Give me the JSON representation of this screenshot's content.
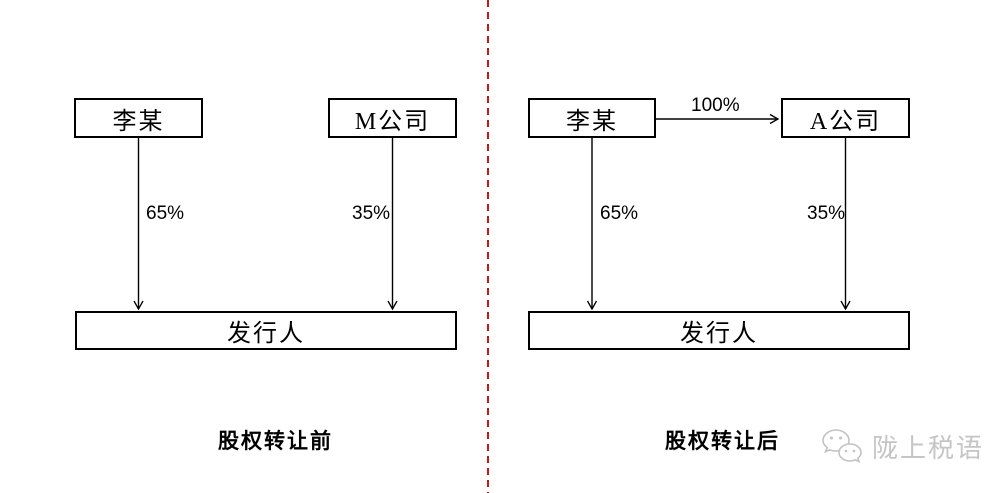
{
  "diagram": {
    "divider_color": "#cc1414",
    "line_color": "#000000",
    "panels": [
      {
        "caption": "股权转让前",
        "owner1": "李某",
        "owner2": "M公司",
        "issuer": "发行人",
        "owner1_share": "65%",
        "owner2_share": "35%"
      },
      {
        "caption": "股权转让后",
        "owner1": "李某",
        "owner2": "A公司",
        "issuer": "发行人",
        "owner1_share": "65%",
        "owner2_share": "35%",
        "transfer_share": "100%"
      }
    ]
  },
  "watermark": {
    "text": "陇上税语",
    "icon": "wechat-icon",
    "color": "#c5c5c5"
  }
}
